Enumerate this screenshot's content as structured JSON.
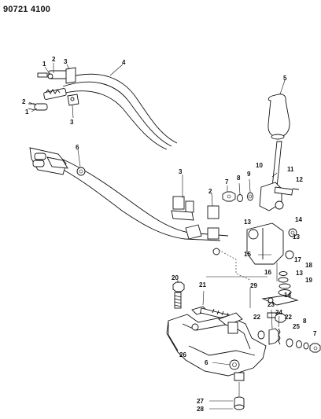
{
  "header": {
    "part_number": "90721 4100"
  },
  "callouts": {
    "c1a": "1",
    "c2a": "2",
    "c3a": "3",
    "c4": "4",
    "c2b": "2",
    "c1b": "1",
    "c3b": "3",
    "c5": "5",
    "c6a": "6",
    "c10": "10",
    "c3c": "3",
    "c7a": "7",
    "c8a": "8",
    "c9": "9",
    "c11": "11",
    "c12": "12",
    "c2c": "2",
    "c13a": "13",
    "c14": "14",
    "c13b": "13",
    "c15": "15",
    "c17": "17",
    "c18": "18",
    "c16": "16",
    "c13c": "13",
    "c19": "19",
    "c20": "20",
    "c21": "21",
    "c29": "29",
    "c14b": "14",
    "c23": "23",
    "c24": "24",
    "c22a": "22",
    "c22b": "22",
    "c25": "25",
    "c8b": "8",
    "c7b": "7",
    "c26": "26",
    "c6b": "6",
    "c27": "27",
    "c28": "28"
  }
}
